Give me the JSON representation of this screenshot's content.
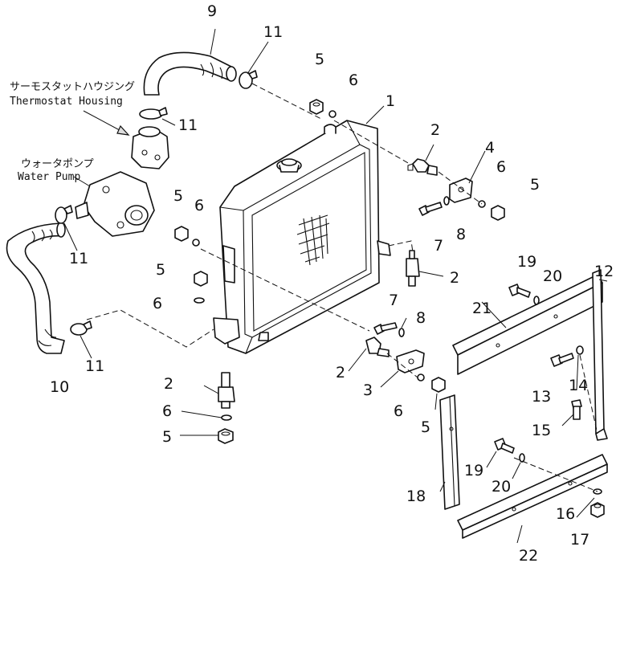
{
  "labels": {
    "thermostat_jp": "サーモスタットハウジング",
    "thermostat_en": "Thermostat Housing",
    "water_pump_jp": "ウォータポンプ",
    "water_pump_en": "Water Pump"
  },
  "callouts": {
    "c1": "1",
    "c2a": "2",
    "c2b": "2",
    "c2c": "2",
    "c2d": "2",
    "c3": "3",
    "c4": "4",
    "c5a": "5",
    "c5b": "5",
    "c5c": "5",
    "c5d": "5",
    "c5e": "5",
    "c5f": "5",
    "c6a": "6",
    "c6b": "6",
    "c6c": "6",
    "c6d": "6",
    "c6e": "6",
    "c6f": "6",
    "c7a": "7",
    "c7b": "7",
    "c8a": "8",
    "c8b": "8",
    "c9": "9",
    "c10": "10",
    "c11a": "11",
    "c11b": "11",
    "c11c": "11",
    "c11d": "11",
    "c12": "12",
    "c13": "13",
    "c14": "14",
    "c15": "15",
    "c16": "16",
    "c17": "17",
    "c18": "18",
    "c19a": "19",
    "c19b": "19",
    "c20a": "20",
    "c20b": "20",
    "c21": "21",
    "c22": "22"
  }
}
